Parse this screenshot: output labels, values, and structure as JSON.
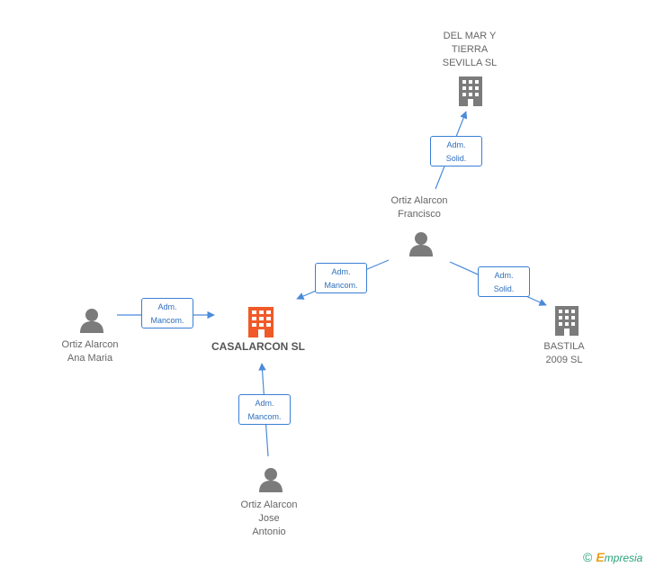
{
  "colors": {
    "arrow": "#4a8ad9",
    "person": "#7b7b7b",
    "company": "#7b7b7b",
    "company_main": "#f05a28",
    "edge_label_border": "#3a7fd5",
    "edge_label_text": "#2f6fbd",
    "brand_green": "#2aa37a",
    "brand_orange": "#e8a013"
  },
  "nodes": {
    "del_mar": {
      "type": "company-icon",
      "lines": [
        "DEL MAR Y",
        "TIERRA",
        "SEVILLA SL"
      ]
    },
    "francisco": {
      "type": "person-icon",
      "lines": [
        "Ortiz Alarcon",
        "Francisco"
      ]
    },
    "casalarcon": {
      "type": "company-main-icon",
      "lines": [
        "CASALARCON SL"
      ]
    },
    "ana_maria": {
      "type": "person-icon",
      "lines": [
        "Ortiz Alarcon",
        "Ana Maria"
      ]
    },
    "bastila": {
      "type": "company-icon",
      "lines": [
        "BASTILA",
        "2009 SL"
      ]
    },
    "jose_antonio": {
      "type": "person-icon",
      "lines": [
        "Ortiz Alarcon",
        "Jose",
        "Antonio"
      ]
    }
  },
  "edges": {
    "francisco_delmar": {
      "from": "francisco",
      "to": "del_mar",
      "lines": [
        "Adm.",
        "Solid."
      ]
    },
    "francisco_casalarcon": {
      "from": "francisco",
      "to": "casalarcon",
      "lines": [
        "Adm.",
        "Mancom."
      ]
    },
    "francisco_bastila": {
      "from": "francisco",
      "to": "bastila",
      "lines": [
        "Adm.",
        "Solid."
      ]
    },
    "ana_casalarcon": {
      "from": "ana_maria",
      "to": "casalarcon",
      "lines": [
        "Adm.",
        "Mancom."
      ]
    },
    "jose_casalarcon": {
      "from": "jose_antonio",
      "to": "casalarcon",
      "lines": [
        "Adm.",
        "Mancom."
      ]
    }
  },
  "footer": {
    "copyright_symbol": "©",
    "brand_initial": "E",
    "brand_rest": "mpresia"
  }
}
